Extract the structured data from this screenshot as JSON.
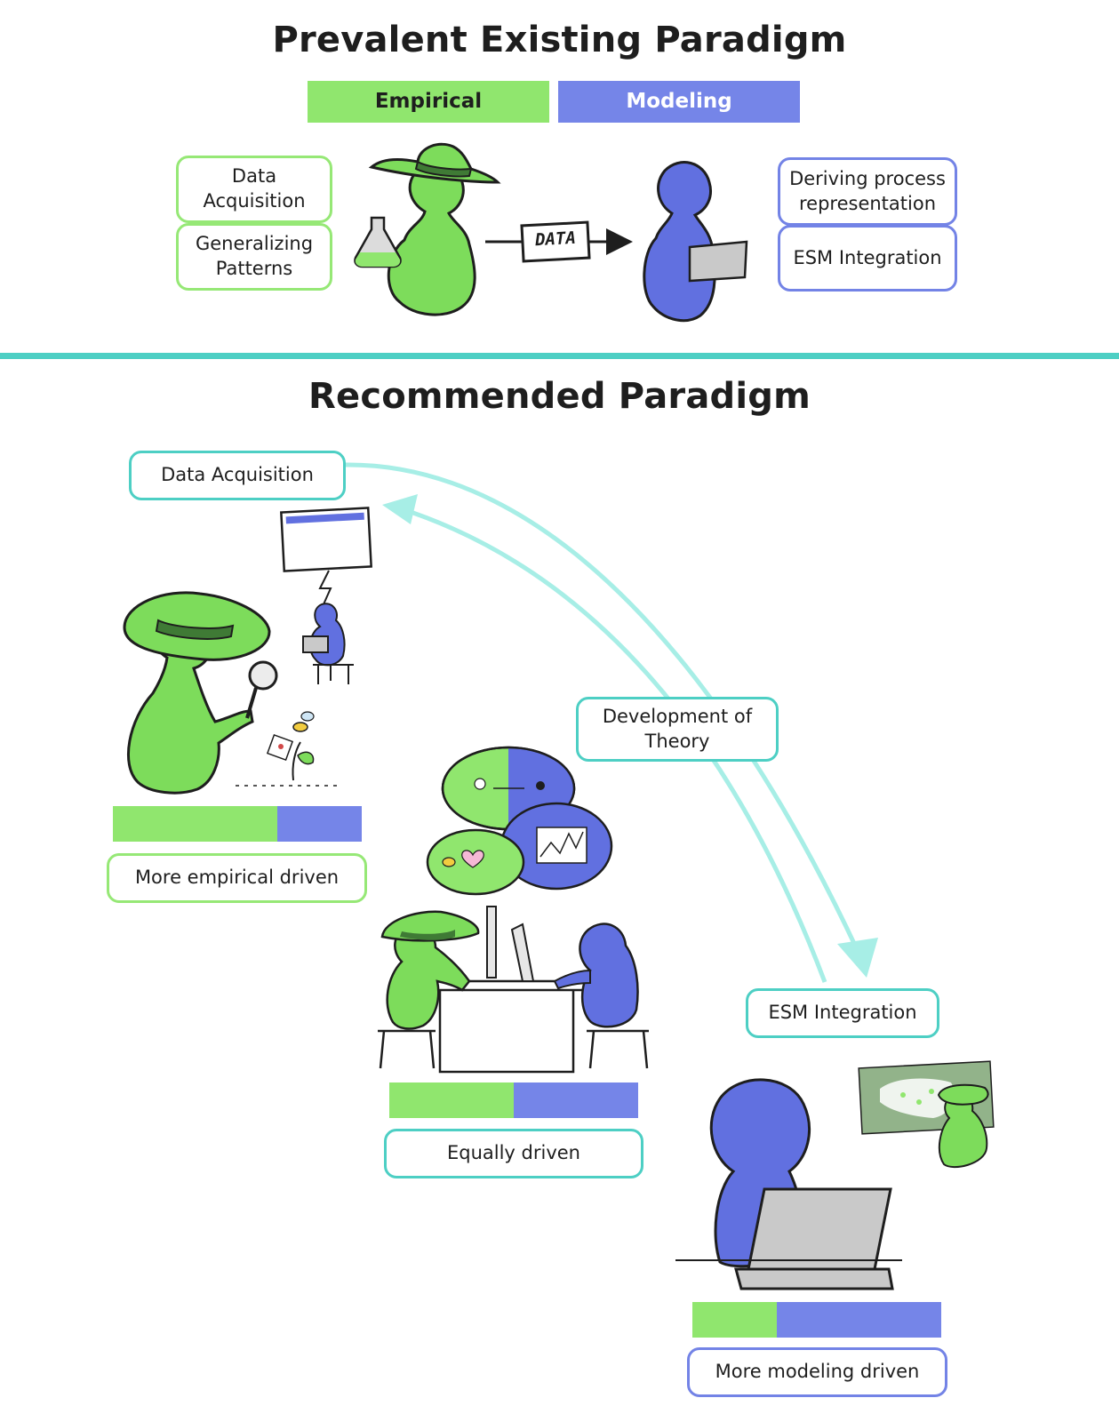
{
  "top": {
    "title": "Prevalent Existing Paradigm",
    "legend": {
      "empirical": "Empirical",
      "modeling": "Modeling"
    },
    "empirical_tasks": [
      "Data Acquisition",
      "Generalizing Patterns"
    ],
    "modeling_tasks": [
      "Deriving process representation",
      "ESM Integration"
    ],
    "arrow_label": "DATA"
  },
  "bottom": {
    "title": "Recommended Paradigm",
    "cycle": {
      "start": "Data Acquisition",
      "middle": "Development of Theory",
      "end": "ESM Integration"
    },
    "scenarios": [
      {
        "label": "More empirical driven",
        "empirical_share": 0.66
      },
      {
        "label": "Equally driven",
        "empirical_share": 0.5
      },
      {
        "label": "More modeling driven",
        "empirical_share": 0.34
      }
    ]
  },
  "colors": {
    "empirical": "#90e66e",
    "modeling": "#7585e8",
    "accent": "#4dcfc4",
    "divider": "#4dcfc4"
  }
}
